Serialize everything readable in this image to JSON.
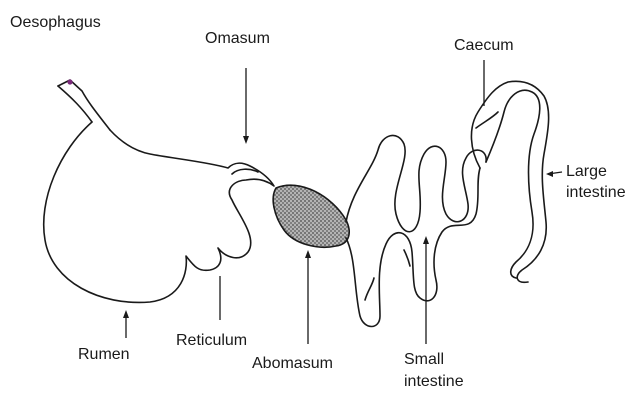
{
  "labels": {
    "oesophagus": "Oesophagus",
    "omasum": "Omasum",
    "caecum": "Caecum",
    "large_intestine_line1": "Large",
    "large_intestine_line2": "intestine",
    "rumen": "Rumen",
    "reticulum": "Reticulum",
    "abomasum": "Abomasum",
    "small_intestine_line1": "Small",
    "small_intestine_line2": "intestine"
  },
  "colors": {
    "outline": "#1a1a1a",
    "abomasum_fill": "#8a8a8a",
    "oesophagus_tip": "#7a2a7a"
  }
}
